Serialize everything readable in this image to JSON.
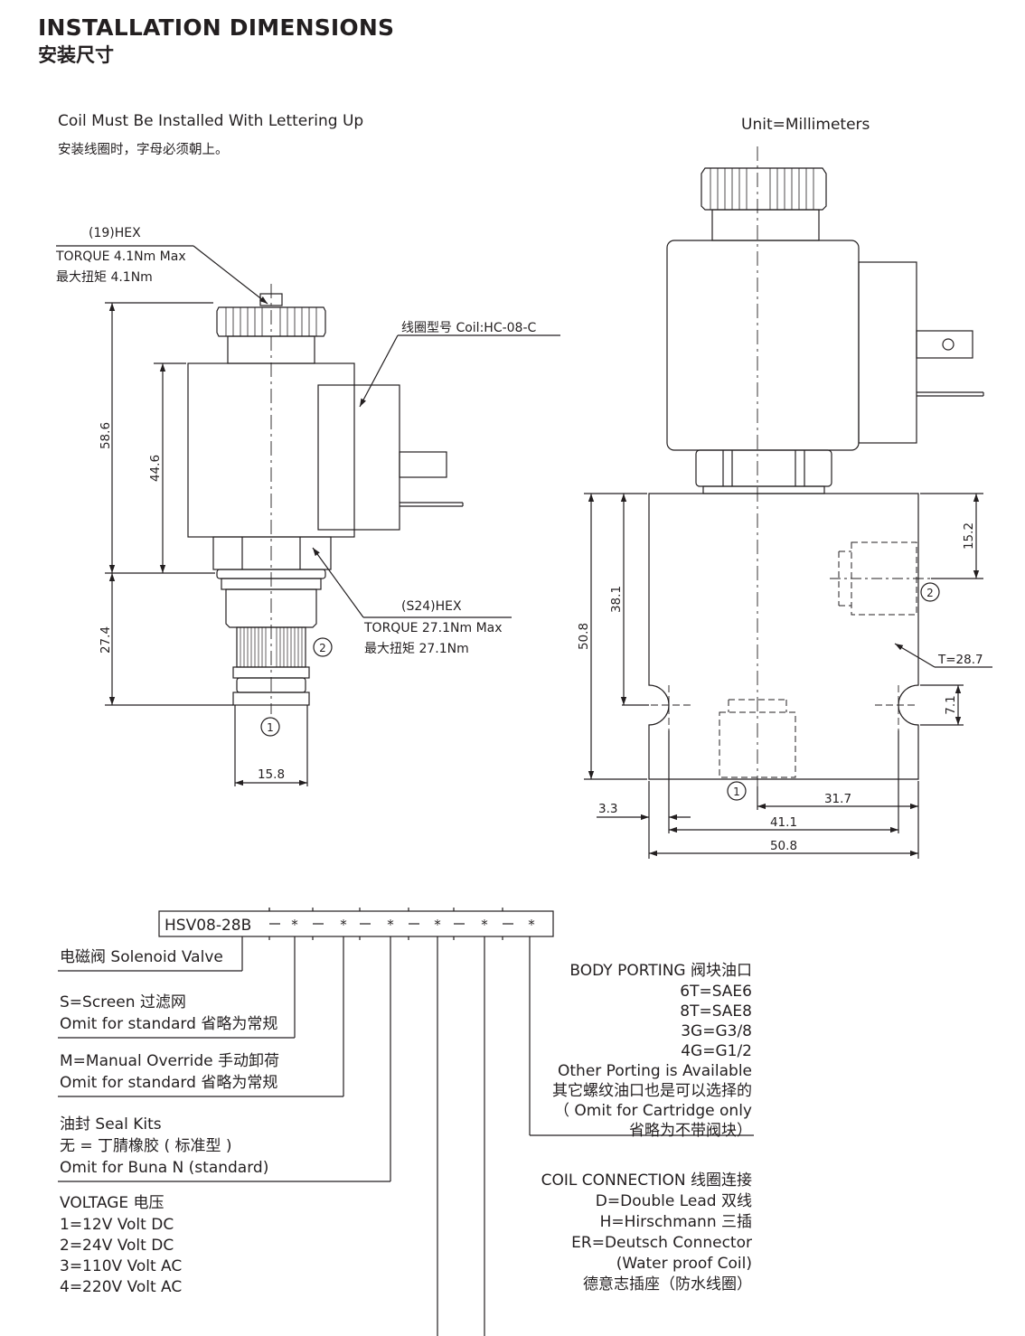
{
  "header": {
    "title": "INSTALLATION DIMENSIONS",
    "title_cn": "安装尺寸"
  },
  "notes": {
    "coil_en": "Coil Must Be Installed With Lettering Up",
    "coil_cn": "安装线圈时，字母必须朝上。",
    "unit": "Unit=Millimeters"
  },
  "left_view": {
    "hex_top": "(19)HEX",
    "torque_top_en": "TORQUE 4.1Nm Max",
    "torque_top_cn": "最大扭矩 4.1Nm",
    "coil_model": "线圈型号 Coil:HC-08-C",
    "hex_bottom": "(S24)HEX",
    "torque_bottom_en": "TORQUE 27.1Nm Max",
    "torque_bottom_cn": "最大扭矩 27.1Nm",
    "dim_586": "58.6",
    "dim_446": "44.6",
    "dim_274": "27.4",
    "dim_158": "15.8",
    "port1": "1",
    "port2": "2"
  },
  "right_view": {
    "dim_152": "15.2",
    "dim_381": "38.1",
    "dim_508v": "50.8",
    "dim_t": "T=28.7",
    "dim_71": "7.1",
    "dim_33": "3.3",
    "dim_317": "31.7",
    "dim_411": "41.1",
    "dim_508h": "50.8",
    "port1": "1",
    "port2": "2"
  },
  "model_code": {
    "prefix": "HSV08-28B",
    "star": "*"
  },
  "legend": {
    "solenoid": "电磁阀 Solenoid Valve",
    "screen_1": "S=Screen 过滤网",
    "screen_2": "Omit for standard 省略为常规",
    "manual_1": "M=Manual Override 手动卸荷",
    "manual_2": "Omit for standard 省略为常规",
    "seal_1": "油封 Seal Kits",
    "seal_2": "无 = 丁腈橡胶 ( 标准型 )",
    "seal_3": "Omit for Buna N (standard)",
    "voltage_title": "VOLTAGE 电压",
    "voltage_1": "1=12V Volt DC",
    "voltage_2": "2=24V Volt DC",
    "voltage_3": "3=110V Volt AC",
    "voltage_4": "4=220V Volt AC",
    "body_title": "BODY PORTING 阀块油口",
    "body_1": "6T=SAE6",
    "body_2": "8T=SAE8",
    "body_3": "3G=G3/8",
    "body_4": "4G=G1/2",
    "body_5": "Other Porting is Available",
    "body_6": "其它螺纹油口也是可以选择的",
    "body_7": "（ Omit for Cartridge only",
    "body_8": "省略为不带阀块）",
    "coil_title": "COIL CONNECTION 线圈连接",
    "coil_1": "D=Double Lead 双线",
    "coil_2": "H=Hirschmann 三插",
    "coil_3": "ER=Deutsch Connector",
    "coil_4": "(Water proof Coil)",
    "coil_5": "德意志插座（防水线圈）"
  }
}
